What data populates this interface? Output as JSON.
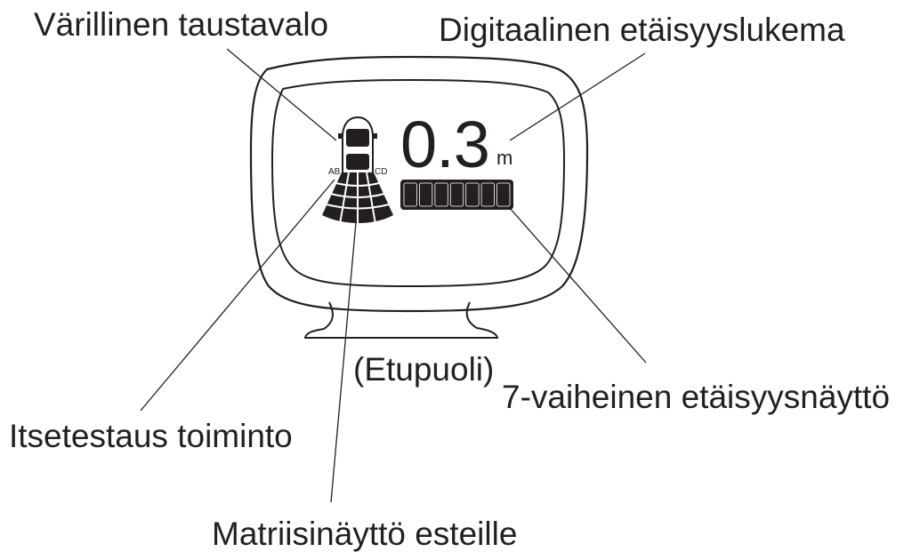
{
  "labels": {
    "backlight": "Värillinen taustavalo",
    "digital_distance": "Digitaalinen etäisyyslukema",
    "front_side": "(Etupuoli)",
    "self_test": "Itsetestaus toiminto",
    "seven_step": "7-vaiheinen etäisyysnäyttö",
    "matrix": "Matriisinäyttö esteille"
  },
  "display": {
    "distance_value": "0.3",
    "distance_unit": "m",
    "sensor_left": "AB",
    "sensor_right": "CD",
    "bar_segments_total": 7,
    "bar_segments_lit": 7
  },
  "colors": {
    "ink": "#231f20",
    "background": "#ffffff"
  }
}
